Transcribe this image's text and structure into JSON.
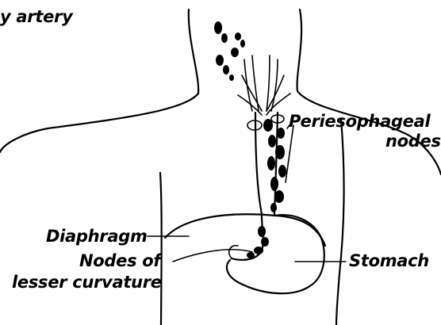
{
  "labels": {
    "artery": "y artery",
    "periesophageal_line1": "Periesophageal",
    "periesophageal_line2": "nodes",
    "diaphragm": "Diaphragm",
    "nodes_of": "Nodes of",
    "lesser_curvature": "lesser curvature",
    "stomach": "Stomach"
  }
}
